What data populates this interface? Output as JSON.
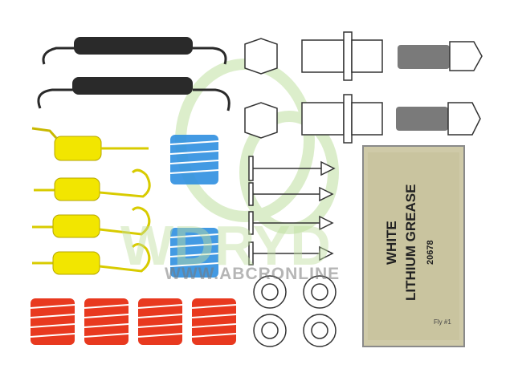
{
  "image": {
    "description_items": [
      "extension-springs-black",
      "hook-springs-yellow",
      "coil-springs-blue",
      "compression-springs-red",
      "adjuster-pin-parts",
      "adjuster-screw-wheels",
      "hold-down-pins",
      "hold-down-cups",
      "grease-packet"
    ]
  },
  "watermark": {
    "text": "WWW.ABCRONLINE",
    "brand_letters": "WDRYD"
  },
  "grease_packet": {
    "line1": "WHITE",
    "line2": "LITHIUM GREASE",
    "code": "20678",
    "footer": "Fly #1"
  },
  "colors": {
    "black_spring": "#2a2a2a",
    "yellow_spring": "#f2e600",
    "blue_spring": "#2f8fe0",
    "red_spring": "#e8391f",
    "outline": "#333333",
    "watermark_green": "#b9d99a",
    "packet_bg": "#cfcaa8"
  }
}
